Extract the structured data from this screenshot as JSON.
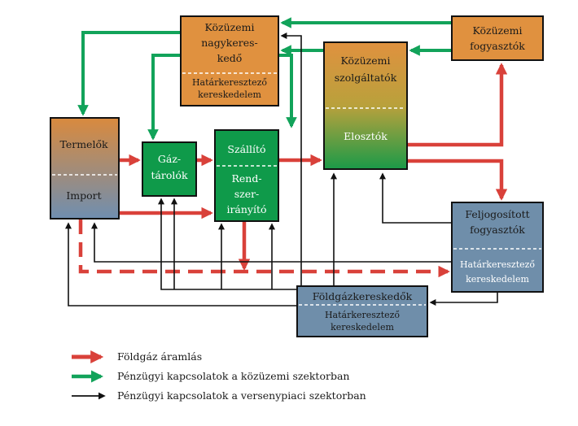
{
  "nodes": {
    "kozuzemi_nagykereskedo": {
      "lines": [
        "Közüzemi",
        "nagykeres-",
        "kedő"
      ],
      "sub": [
        "Határkeresztező",
        "kereskedelem"
      ]
    },
    "kozuzemi_fogyasztok": {
      "lines": [
        "Közüzemi",
        "fogyasztók"
      ]
    },
    "kozuzemi_szolgaltatok": {
      "lines": [
        "Közüzemi",
        "szolgáltatók"
      ],
      "sub": [
        "Elosztók"
      ]
    },
    "termelok": {
      "lines": [
        "Termelők"
      ],
      "sub": [
        "Import"
      ]
    },
    "gaztarolok": {
      "lines": [
        "Gáz-",
        "tárolók"
      ]
    },
    "szallito": {
      "lines": [
        "Szállító"
      ],
      "sub": [
        "Rend-",
        "szer-",
        "irányító"
      ]
    },
    "feljogositott": {
      "lines": [
        "Feljogosított",
        "fogyasztók"
      ],
      "sub": [
        "Határkeresztező",
        "kereskedelem"
      ]
    },
    "foldgazkereskedok": {
      "lines": [
        "Földgázkereskedők"
      ],
      "sub": [
        "Határkeresztező",
        "kereskedelem"
      ]
    }
  },
  "legend": [
    {
      "label": "Földgáz áramlás",
      "color": "#d9413a"
    },
    {
      "label": "Pénzügyi kapcsolatok a közüzemi szektorban",
      "color": "#12a35a"
    },
    {
      "label": "Pénzügyi kapcsolatok a versenypiaci szektorban",
      "color": "#111111"
    }
  ],
  "colors": {
    "red": "#d9413a",
    "green": "#12a35a",
    "black": "#111111",
    "orange": "#e0913f",
    "darkgreen": "#0f9a4a",
    "steel": "#6f8eaa"
  }
}
